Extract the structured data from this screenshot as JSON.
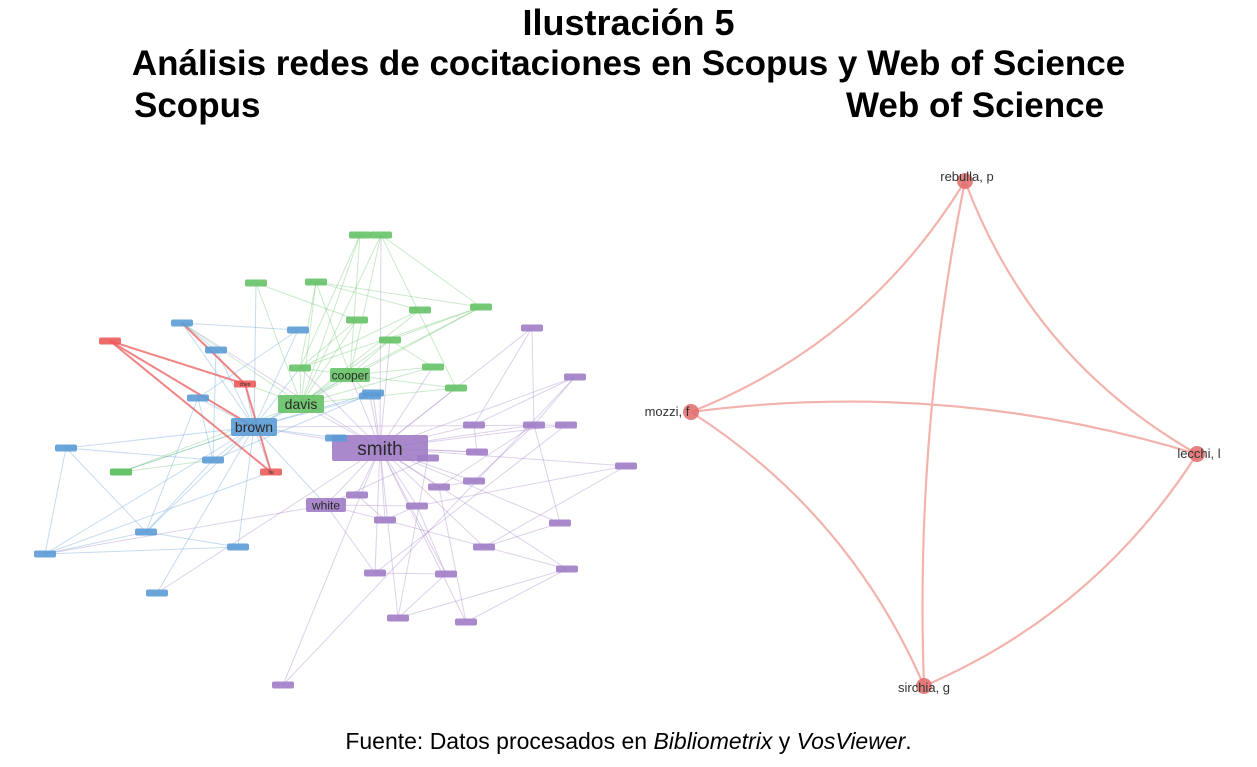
{
  "figure": {
    "title": "Ilustración 5",
    "subtitle": "Análisis redes de cocitaciones en Scopus y Web of Science",
    "left_label": "Scopus",
    "right_label": "Web of Science",
    "source_prefix": "Fuente: Datos procesados en ",
    "source_tool1": "Bibliometrix",
    "source_mid": " y ",
    "source_tool2": "VosViewer",
    "source_end": "."
  },
  "colors": {
    "blue": "#5b9bd5",
    "green": "#66c266",
    "purple": "#a07cc5",
    "red": "#ec5b5b",
    "wos_node": "#e06a6a",
    "wos_edge": "#f2b3ad"
  },
  "scopus_network": {
    "nodes": [
      {
        "id": "smith",
        "label": "smith",
        "cluster": "purple",
        "size": "xl"
      },
      {
        "id": "brown",
        "label": "brown",
        "cluster": "blue",
        "size": "l"
      },
      {
        "id": "davis",
        "label": "davis",
        "cluster": "green",
        "size": "l"
      },
      {
        "id": "cooper",
        "label": "cooper",
        "cluster": "green",
        "size": "m"
      },
      {
        "id": "white",
        "label": "white",
        "cluster": "purple",
        "size": "m"
      },
      {
        "id": "chen",
        "label": "chen",
        "cluster": "red",
        "size": "s"
      },
      {
        "id": "liu",
        "label": "liu",
        "cluster": "red",
        "size": "s"
      },
      {
        "id": "r3",
        "label": "",
        "cluster": "red",
        "size": "s"
      },
      {
        "id": "b1",
        "label": "",
        "cluster": "blue",
        "size": "s"
      },
      {
        "id": "b2",
        "label": "",
        "cluster": "blue",
        "size": "s"
      },
      {
        "id": "b3",
        "label": "",
        "cluster": "blue",
        "size": "s"
      },
      {
        "id": "b4",
        "label": "",
        "cluster": "blue",
        "size": "s"
      },
      {
        "id": "b5",
        "label": "",
        "cluster": "blue",
        "size": "s"
      },
      {
        "id": "b6",
        "label": "",
        "cluster": "blue",
        "size": "s"
      },
      {
        "id": "b7",
        "label": "",
        "cluster": "blue",
        "size": "s"
      },
      {
        "id": "b8",
        "label": "",
        "cluster": "blue",
        "size": "s"
      },
      {
        "id": "b9",
        "label": "",
        "cluster": "blue",
        "size": "s"
      },
      {
        "id": "b10",
        "label": "",
        "cluster": "blue",
        "size": "s"
      },
      {
        "id": "b11",
        "label": "",
        "cluster": "blue",
        "size": "s"
      },
      {
        "id": "b12",
        "label": "",
        "cluster": "blue",
        "size": "s"
      },
      {
        "id": "b13",
        "label": "",
        "cluster": "blue",
        "size": "s"
      },
      {
        "id": "g1",
        "label": "",
        "cluster": "green",
        "size": "s"
      },
      {
        "id": "g2",
        "label": "",
        "cluster": "green",
        "size": "s"
      },
      {
        "id": "g3",
        "label": "",
        "cluster": "green",
        "size": "s"
      },
      {
        "id": "g4",
        "label": "",
        "cluster": "green",
        "size": "s"
      },
      {
        "id": "g5",
        "label": "",
        "cluster": "green",
        "size": "s"
      },
      {
        "id": "g6",
        "label": "",
        "cluster": "green",
        "size": "s"
      },
      {
        "id": "g7",
        "label": "",
        "cluster": "green",
        "size": "s"
      },
      {
        "id": "g8",
        "label": "",
        "cluster": "green",
        "size": "s"
      },
      {
        "id": "g9",
        "label": "",
        "cluster": "green",
        "size": "s"
      },
      {
        "id": "g10",
        "label": "",
        "cluster": "green",
        "size": "s"
      },
      {
        "id": "g11",
        "label": "",
        "cluster": "green",
        "size": "s"
      },
      {
        "id": "g12",
        "label": "",
        "cluster": "green",
        "size": "s"
      },
      {
        "id": "g13",
        "label": "",
        "cluster": "green",
        "size": "s"
      },
      {
        "id": "p1",
        "label": "",
        "cluster": "purple",
        "size": "s"
      },
      {
        "id": "p2",
        "label": "",
        "cluster": "purple",
        "size": "s"
      },
      {
        "id": "p3",
        "label": "",
        "cluster": "purple",
        "size": "s"
      },
      {
        "id": "p4",
        "label": "",
        "cluster": "purple",
        "size": "s"
      },
      {
        "id": "p5",
        "label": "",
        "cluster": "purple",
        "size": "s"
      },
      {
        "id": "p6",
        "label": "",
        "cluster": "purple",
        "size": "s"
      },
      {
        "id": "p7",
        "label": "",
        "cluster": "purple",
        "size": "s"
      },
      {
        "id": "p8",
        "label": "",
        "cluster": "purple",
        "size": "s"
      },
      {
        "id": "p9",
        "label": "",
        "cluster": "purple",
        "size": "s"
      },
      {
        "id": "p10",
        "label": "",
        "cluster": "purple",
        "size": "s"
      },
      {
        "id": "p11",
        "label": "",
        "cluster": "purple",
        "size": "s"
      },
      {
        "id": "p12",
        "label": "",
        "cluster": "purple",
        "size": "s"
      },
      {
        "id": "p13",
        "label": "",
        "cluster": "purple",
        "size": "s"
      },
      {
        "id": "p14",
        "label": "",
        "cluster": "purple",
        "size": "s"
      },
      {
        "id": "p15",
        "label": "",
        "cluster": "purple",
        "size": "s"
      },
      {
        "id": "p16",
        "label": "",
        "cluster": "purple",
        "size": "s"
      },
      {
        "id": "p17",
        "label": "",
        "cluster": "purple",
        "size": "s"
      },
      {
        "id": "p18",
        "label": "",
        "cluster": "purple",
        "size": "s"
      },
      {
        "id": "p19",
        "label": "",
        "cluster": "purple",
        "size": "s"
      },
      {
        "id": "p20",
        "label": "",
        "cluster": "purple",
        "size": "s"
      },
      {
        "id": "p21",
        "label": "",
        "cluster": "purple",
        "size": "s"
      }
    ],
    "edges": [
      [
        "smith",
        "brown"
      ],
      [
        "smith",
        "davis"
      ],
      [
        "smith",
        "cooper"
      ],
      [
        "smith",
        "white"
      ],
      [
        "smith",
        "b11"
      ],
      [
        "smith",
        "b10"
      ],
      [
        "smith",
        "p1"
      ],
      [
        "smith",
        "p2"
      ],
      [
        "smith",
        "p3"
      ],
      [
        "smith",
        "p4"
      ],
      [
        "smith",
        "p5"
      ],
      [
        "smith",
        "p6"
      ],
      [
        "smith",
        "p7"
      ],
      [
        "smith",
        "p8"
      ],
      [
        "smith",
        "p9"
      ],
      [
        "smith",
        "p10"
      ],
      [
        "smith",
        "p11"
      ],
      [
        "smith",
        "p12"
      ],
      [
        "smith",
        "p13"
      ],
      [
        "smith",
        "p14"
      ],
      [
        "smith",
        "p15"
      ],
      [
        "smith",
        "p16"
      ],
      [
        "smith",
        "p17"
      ],
      [
        "smith",
        "p18"
      ],
      [
        "smith",
        "p19"
      ],
      [
        "smith",
        "p20"
      ],
      [
        "smith",
        "p21"
      ],
      [
        "smith",
        "g1"
      ],
      [
        "smith",
        "g5"
      ],
      [
        "smith",
        "g8"
      ],
      [
        "smith",
        "g9"
      ],
      [
        "smith",
        "g11"
      ],
      [
        "smith",
        "b1"
      ],
      [
        "smith",
        "b6"
      ],
      [
        "smith",
        "b13"
      ],
      [
        "brown",
        "davis"
      ],
      [
        "brown",
        "cooper"
      ],
      [
        "brown",
        "b1"
      ],
      [
        "brown",
        "b2"
      ],
      [
        "brown",
        "b3"
      ],
      [
        "brown",
        "b4"
      ],
      [
        "brown",
        "b5"
      ],
      [
        "brown",
        "b6"
      ],
      [
        "brown",
        "b7"
      ],
      [
        "brown",
        "b8"
      ],
      [
        "brown",
        "b9"
      ],
      [
        "brown",
        "b10"
      ],
      [
        "brown",
        "b11"
      ],
      [
        "brown",
        "b12"
      ],
      [
        "brown",
        "b13"
      ],
      [
        "brown",
        "liu"
      ],
      [
        "brown",
        "chen"
      ],
      [
        "brown",
        "white"
      ],
      [
        "brown",
        "g1"
      ],
      [
        "brown",
        "g3"
      ],
      [
        "brown",
        "g10"
      ],
      [
        "davis",
        "cooper"
      ],
      [
        "davis",
        "g1"
      ],
      [
        "davis",
        "g2"
      ],
      [
        "davis",
        "g3"
      ],
      [
        "davis",
        "g4"
      ],
      [
        "davis",
        "g5"
      ],
      [
        "davis",
        "g6"
      ],
      [
        "davis",
        "g7"
      ],
      [
        "davis",
        "g8"
      ],
      [
        "davis",
        "g9"
      ],
      [
        "davis",
        "g10"
      ],
      [
        "davis",
        "g11"
      ],
      [
        "davis",
        "g12"
      ],
      [
        "davis",
        "chen"
      ],
      [
        "davis",
        "b1"
      ],
      [
        "cooper",
        "g1"
      ],
      [
        "cooper",
        "g2"
      ],
      [
        "cooper",
        "g5"
      ],
      [
        "cooper",
        "g7"
      ],
      [
        "cooper",
        "g8"
      ],
      [
        "cooper",
        "g9"
      ],
      [
        "cooper",
        "g11"
      ],
      [
        "cooper",
        "g12"
      ],
      [
        "cooper",
        "b11"
      ],
      [
        "g1",
        "g2"
      ],
      [
        "g1",
        "g4"
      ],
      [
        "g1",
        "g6"
      ],
      [
        "g1",
        "g7"
      ],
      [
        "g2",
        "g6"
      ],
      [
        "g2",
        "g7"
      ],
      [
        "g3",
        "g4"
      ],
      [
        "g5",
        "g7"
      ],
      [
        "g5",
        "g11"
      ],
      [
        "g7",
        "g8"
      ],
      [
        "g8",
        "g9"
      ],
      [
        "g12",
        "g1"
      ],
      [
        "g13",
        "brown"
      ],
      [
        "g13",
        "b5"
      ],
      [
        "r3",
        "chen"
      ],
      [
        "r3",
        "liu"
      ],
      [
        "r3",
        "brown"
      ],
      [
        "chen",
        "liu"
      ],
      [
        "chen",
        "b1"
      ],
      [
        "b1",
        "b2"
      ],
      [
        "b1",
        "b3"
      ],
      [
        "b2",
        "b4"
      ],
      [
        "b3",
        "b5"
      ],
      [
        "b4",
        "b5"
      ],
      [
        "b5",
        "b7"
      ],
      [
        "b5",
        "b8"
      ],
      [
        "b6",
        "b5"
      ],
      [
        "b7",
        "b8"
      ],
      [
        "b8",
        "b9"
      ],
      [
        "b8",
        "b12"
      ],
      [
        "b9",
        "b12"
      ],
      [
        "b7",
        "b12"
      ],
      [
        "b4",
        "b8"
      ],
      [
        "b12",
        "liu"
      ],
      [
        "white",
        "p5"
      ],
      [
        "white",
        "p6"
      ],
      [
        "white",
        "p7"
      ],
      [
        "white",
        "p8"
      ],
      [
        "white",
        "p13"
      ],
      [
        "white",
        "b12"
      ],
      [
        "p1",
        "p2"
      ],
      [
        "p1",
        "p3"
      ],
      [
        "p2",
        "p4"
      ],
      [
        "p3",
        "p4"
      ],
      [
        "p4",
        "p9"
      ],
      [
        "p4",
        "p10"
      ],
      [
        "p4",
        "p11"
      ],
      [
        "p5",
        "p6"
      ],
      [
        "p6",
        "p7"
      ],
      [
        "p7",
        "p14"
      ],
      [
        "p8",
        "p15"
      ],
      [
        "p9",
        "p10"
      ],
      [
        "p10",
        "p16"
      ],
      [
        "p11",
        "p12"
      ],
      [
        "p13",
        "p14"
      ],
      [
        "p14",
        "p15"
      ],
      [
        "p16",
        "p17"
      ],
      [
        "p12",
        "p18"
      ],
      [
        "p15",
        "p17"
      ],
      [
        "p6",
        "p17"
      ],
      [
        "p7",
        "p18"
      ],
      [
        "p19",
        "p3"
      ],
      [
        "p20",
        "p1"
      ],
      [
        "p21",
        "p13"
      ],
      [
        "p21",
        "brown"
      ],
      [
        "p20",
        "smith"
      ]
    ]
  },
  "wos_network": {
    "nodes": [
      {
        "id": "rebulla",
        "label": "rebulla, p"
      },
      {
        "id": "mozzi",
        "label": "mozzi, f"
      },
      {
        "id": "lecchi",
        "label": "lecchi, l"
      },
      {
        "id": "sirchia",
        "label": "sirchia, g"
      }
    ],
    "edges": [
      [
        "rebulla",
        "mozzi"
      ],
      [
        "rebulla",
        "lecchi"
      ],
      [
        "rebulla",
        "sirchia"
      ],
      [
        "mozzi",
        "lecchi"
      ],
      [
        "mozzi",
        "sirchia"
      ],
      [
        "lecchi",
        "sirchia"
      ]
    ]
  }
}
